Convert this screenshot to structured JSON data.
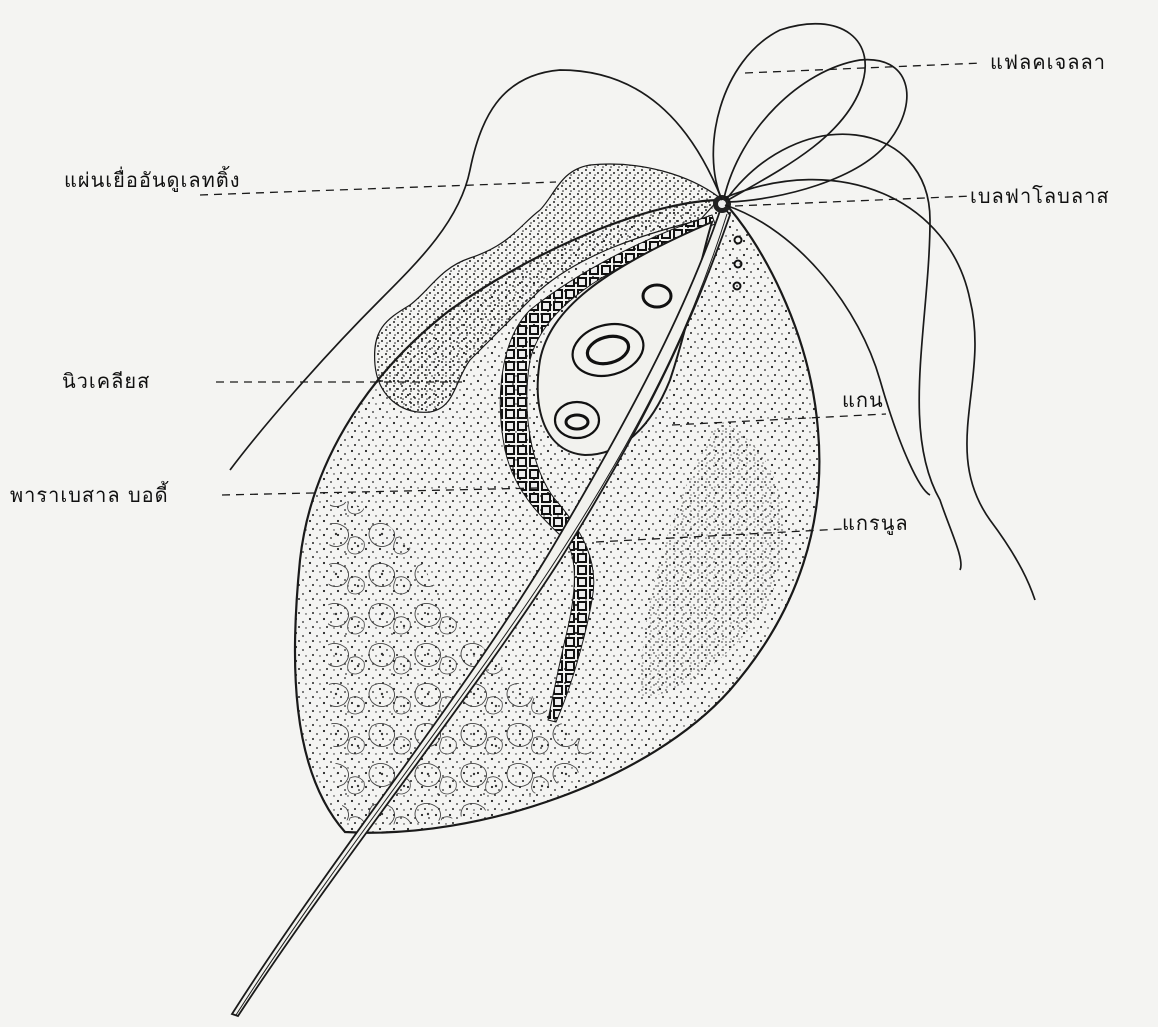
{
  "labels": {
    "flagella": "แฟลคเจลลา",
    "undulating_membrane": "แผ่นเยื่ออันดูเลทติ้ง",
    "blepharoplast": "เบลฟาโลบลาส",
    "nucleus": "นิวเคลียส",
    "axostyle": "แกน",
    "parabasal_body": "พาราเบสาล บอดี้",
    "granules": "แกรนูล"
  },
  "colors": {
    "ink": "#1a1a1a",
    "paper": "#f4f4f2"
  }
}
